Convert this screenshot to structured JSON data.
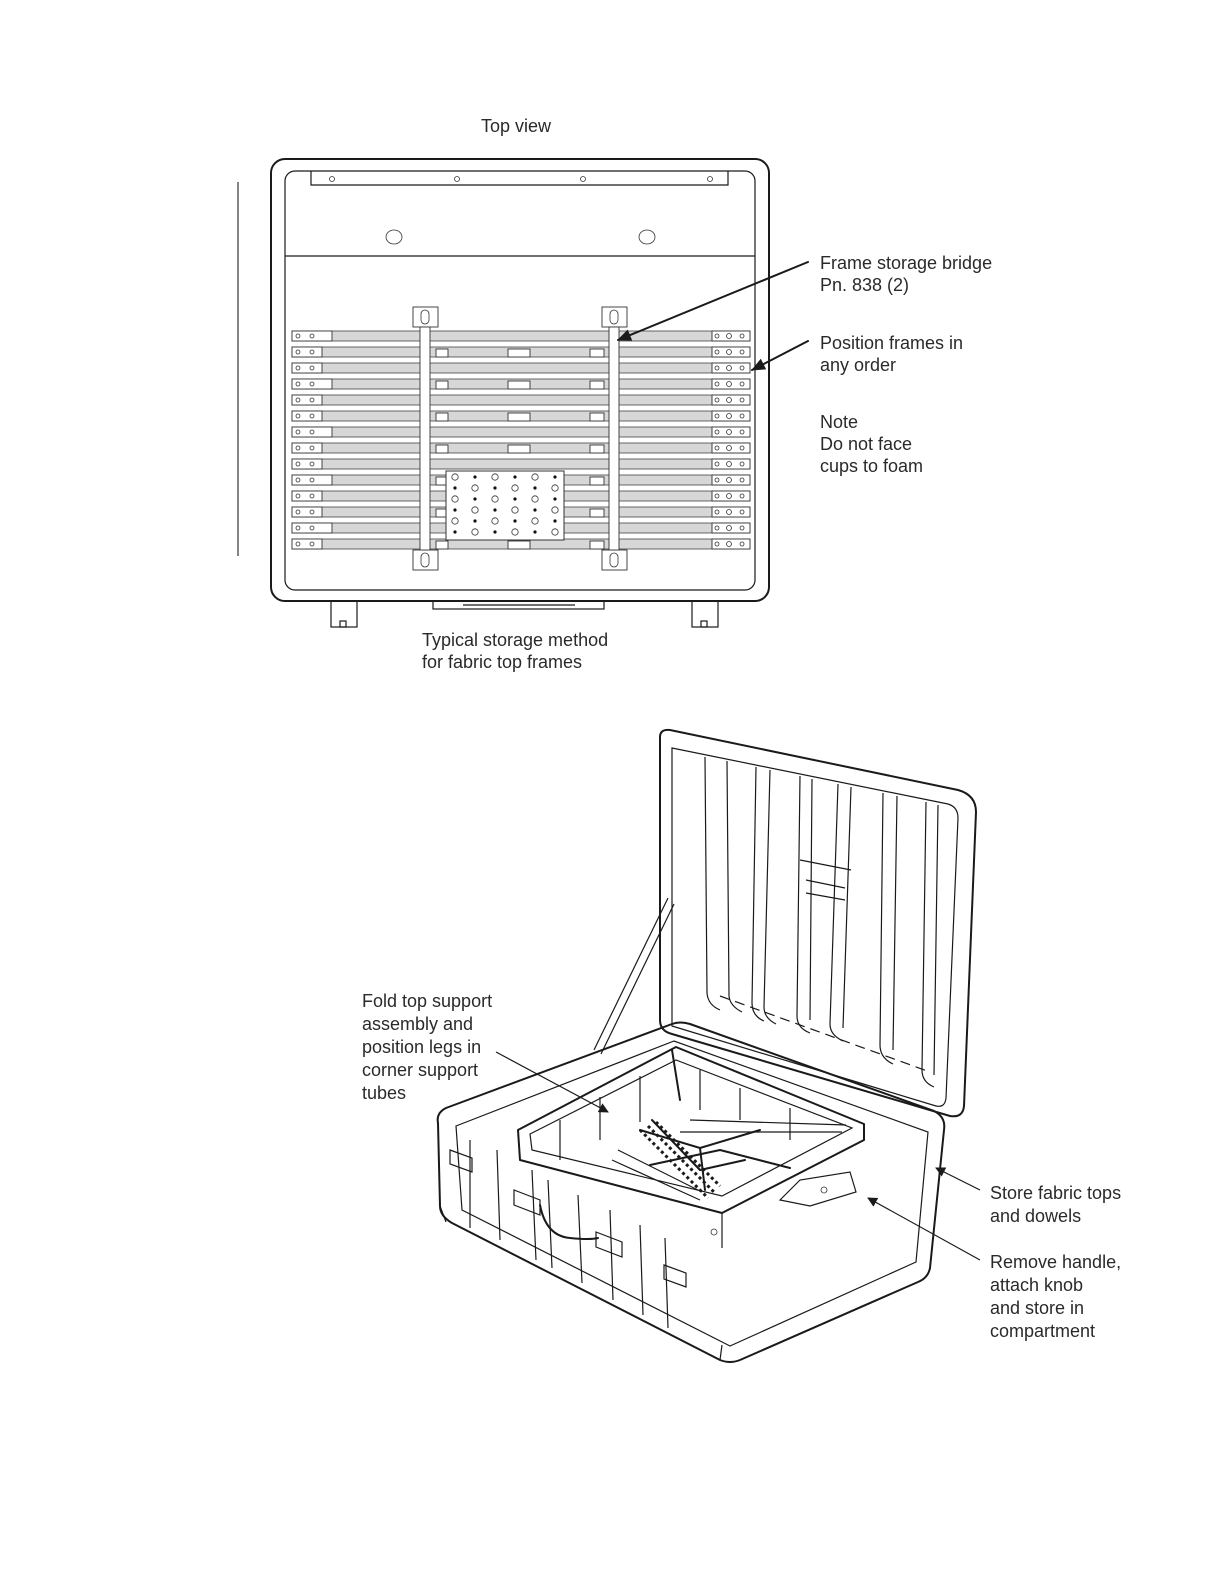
{
  "labels": {
    "top_view": "Top view",
    "frame_bridge": {
      "line1": "Frame storage bridge",
      "line2": "Pn. 838 (2)"
    },
    "position_frames": {
      "line1": "Position frames in",
      "line2": "any order"
    },
    "note": {
      "line1": "Note",
      "line2": "Do not face",
      "line3": "cups to foam"
    },
    "typical_storage": {
      "line1": "Typical storage method",
      "line2": "for fabric top frames"
    },
    "fold_top": {
      "line1": "Fold top support",
      "line2": "assembly and",
      "line3": "position legs in",
      "line4": "corner support",
      "line5": "tubes"
    },
    "store_fabric": {
      "line1": "Store fabric tops",
      "line2": "and dowels"
    },
    "remove_handle": {
      "line1": "Remove handle,",
      "line2": "attach knob",
      "line3": "and store in",
      "line4": "compartment"
    }
  },
  "line_color": "#1a1a1a",
  "rail_fill": "#d7d7d7"
}
